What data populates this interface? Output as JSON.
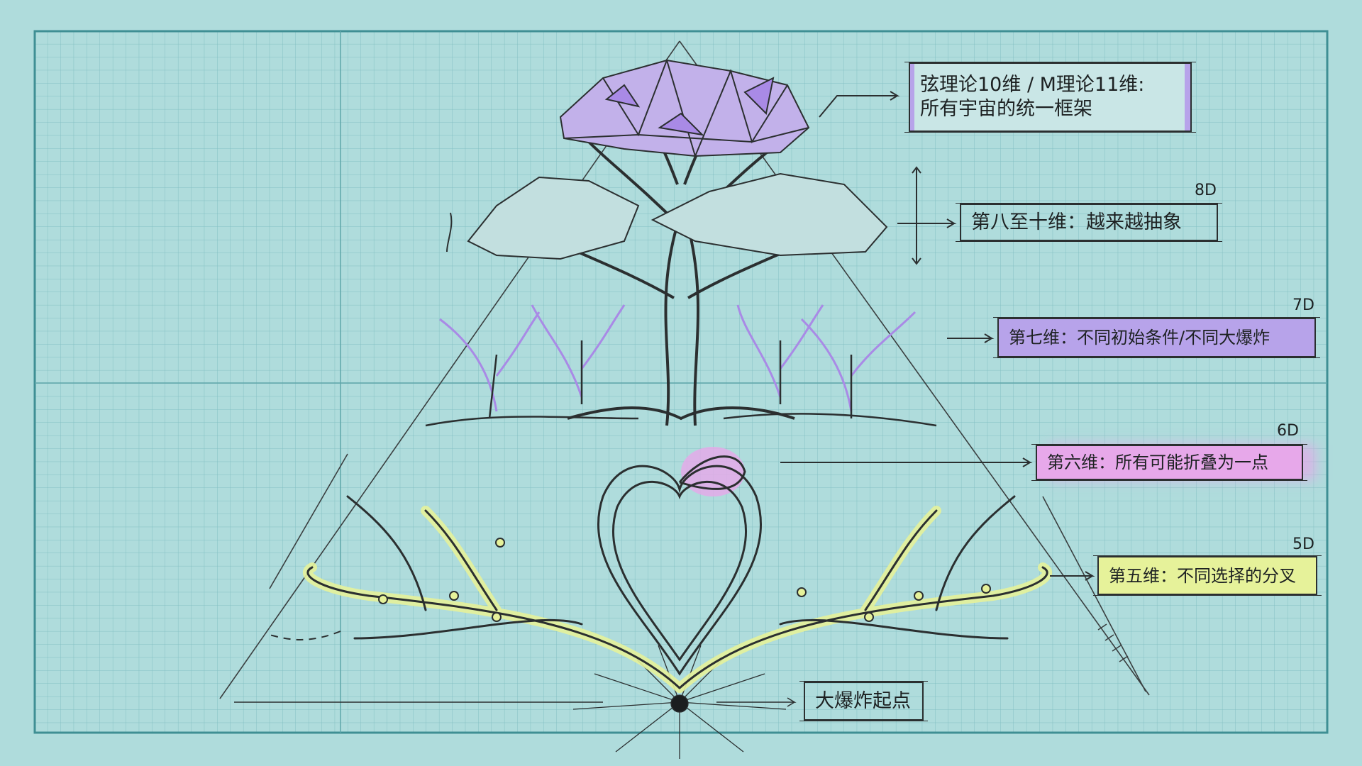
{
  "colors": {
    "background": "#afdcdc",
    "grid": "#7fbcbf",
    "frame": "#3f8f94",
    "purple": "#a98ae6",
    "pink": "#e7a8ea",
    "yellow": "#e6f29a",
    "ink": "#2b2f30"
  },
  "labels": [
    {
      "dimension": "",
      "lines": [
        "弦理论10维 / M理论11维:",
        "所有宇宙的统一框架"
      ],
      "highlight": "purple"
    },
    {
      "dimension": "8D",
      "text": "第八至十维：越来越抽象",
      "highlight": "none"
    },
    {
      "dimension": "7D",
      "text": "第七维：不同初始条件/不同大爆炸",
      "highlight": "purple"
    },
    {
      "dimension": "6D",
      "text": "第六维：所有可能折叠为一点",
      "highlight": "pink"
    },
    {
      "dimension": "5D",
      "text": "第五维：不同选择的分叉",
      "highlight": "yellow"
    },
    {
      "dimension": "",
      "text": "大爆炸起点",
      "highlight": "none"
    }
  ]
}
